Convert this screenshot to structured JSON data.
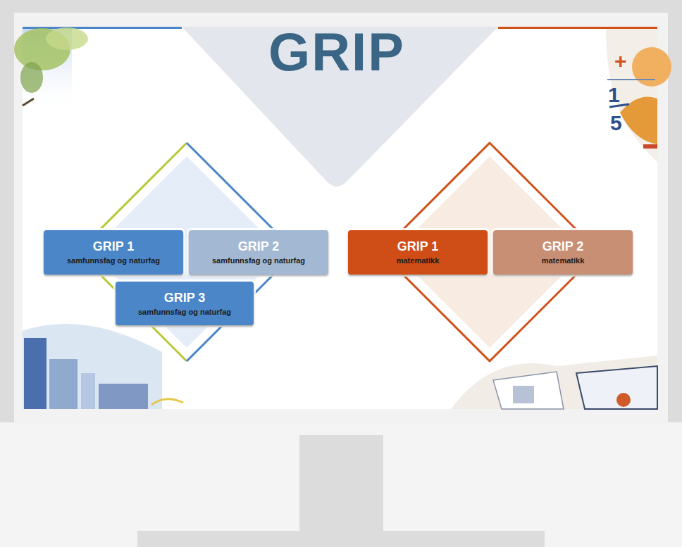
{
  "diagram": {
    "title": "GRIP",
    "nodes": [
      {
        "text": [
          "GRIP 1",
          "samfunnsfag og naturfag"
        ]
      },
      {
        "text": [
          "GRIP 2",
          "samfunnsfag og naturfag"
        ]
      },
      {
        "text": [
          "GRIP 3",
          "samfunnsfag og naturfag"
        ]
      },
      {
        "text": [
          "GRIP 1",
          "matematikk"
        ]
      },
      {
        "text": [
          "GRIP 2",
          "matematikk"
        ]
      }
    ],
    "labels": [
      "+",
      "1",
      "5"
    ]
  }
}
